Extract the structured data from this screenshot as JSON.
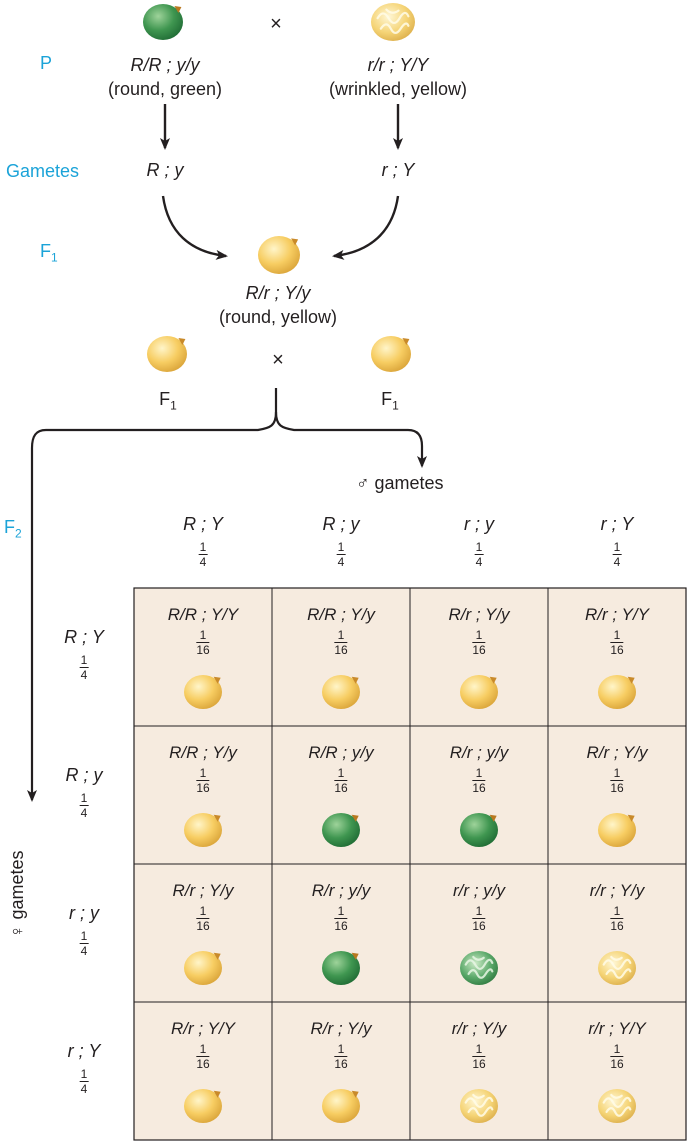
{
  "parental": {
    "label": "P",
    "cross_symbol": "×",
    "left": {
      "genotype": "R/R ; y/y",
      "phenotype": "(round, green)",
      "pea": "round-green"
    },
    "right": {
      "genotype": "r/r ; Y/Y",
      "phenotype": "(wrinkled, yellow)",
      "pea": "wrinkled-yellow"
    }
  },
  "gametes_row": {
    "label": "Gametes",
    "left": "R ; y",
    "right": "r ; Y"
  },
  "f1": {
    "label": "F",
    "label_sub": "1",
    "genotype": "R/r ; Y/y",
    "phenotype": "(round, yellow)",
    "pea": "round-yellow"
  },
  "f1_cross": {
    "cross_symbol": "×",
    "left_label": "F",
    "left_sub": "1",
    "right_label": "F",
    "right_sub": "1"
  },
  "f2": {
    "label": "F",
    "label_sub": "2",
    "male_symbol": "♂",
    "male_label": "gametes",
    "female_symbol": "♀",
    "female_label": "gametes",
    "male_gametes": [
      {
        "gamete": "R ; Y",
        "num": "1",
        "den": "4"
      },
      {
        "gamete": "R ; y",
        "num": "1",
        "den": "4"
      },
      {
        "gamete": "r ; y",
        "num": "1",
        "den": "4"
      },
      {
        "gamete": "r ; Y",
        "num": "1",
        "den": "4"
      }
    ],
    "female_gametes": [
      {
        "gamete": "R ; Y",
        "num": "1",
        "den": "4"
      },
      {
        "gamete": "R ; y",
        "num": "1",
        "den": "4"
      },
      {
        "gamete": "r ; y",
        "num": "1",
        "den": "4"
      },
      {
        "gamete": "r ; Y",
        "num": "1",
        "den": "4"
      }
    ],
    "cells": [
      [
        {
          "genotype": "R/R ; Y/Y",
          "num": "1",
          "den": "16",
          "pea": "round-yellow"
        },
        {
          "genotype": "R/R ; Y/y",
          "num": "1",
          "den": "16",
          "pea": "round-yellow"
        },
        {
          "genotype": "R/r ; Y/y",
          "num": "1",
          "den": "16",
          "pea": "round-yellow"
        },
        {
          "genotype": "R/r ; Y/Y",
          "num": "1",
          "den": "16",
          "pea": "round-yellow"
        }
      ],
      [
        {
          "genotype": "R/R ; Y/y",
          "num": "1",
          "den": "16",
          "pea": "round-yellow"
        },
        {
          "genotype": "R/R ; y/y",
          "num": "1",
          "den": "16",
          "pea": "round-green"
        },
        {
          "genotype": "R/r ; y/y",
          "num": "1",
          "den": "16",
          "pea": "round-green"
        },
        {
          "genotype": "R/r ; Y/y",
          "num": "1",
          "den": "16",
          "pea": "round-yellow"
        }
      ],
      [
        {
          "genotype": "R/r ; Y/y",
          "num": "1",
          "den": "16",
          "pea": "round-yellow"
        },
        {
          "genotype": "R/r ; y/y",
          "num": "1",
          "den": "16",
          "pea": "round-green"
        },
        {
          "genotype": "r/r ; y/y",
          "num": "1",
          "den": "16",
          "pea": "wrinkled-green"
        },
        {
          "genotype": "r/r ; Y/y",
          "num": "1",
          "den": "16",
          "pea": "wrinkled-yellow"
        }
      ],
      [
        {
          "genotype": "R/r ; Y/Y",
          "num": "1",
          "den": "16",
          "pea": "round-yellow"
        },
        {
          "genotype": "R/r ; Y/y",
          "num": "1",
          "den": "16",
          "pea": "round-yellow"
        },
        {
          "genotype": "r/r ; Y/y",
          "num": "1",
          "den": "16",
          "pea": "wrinkled-yellow"
        },
        {
          "genotype": "r/r ; Y/Y",
          "num": "1",
          "den": "16",
          "pea": "wrinkled-yellow"
        }
      ]
    ]
  },
  "colors": {
    "label_accent": "#1ba3d8",
    "cell_fill": "#f6ebdf",
    "grid_line": "#231f20",
    "round_yellow": "#f7cd62",
    "round_green": "#3f9650",
    "wrinkled_yellow": "#f5d476",
    "wrinkled_green": "#5aa869"
  }
}
